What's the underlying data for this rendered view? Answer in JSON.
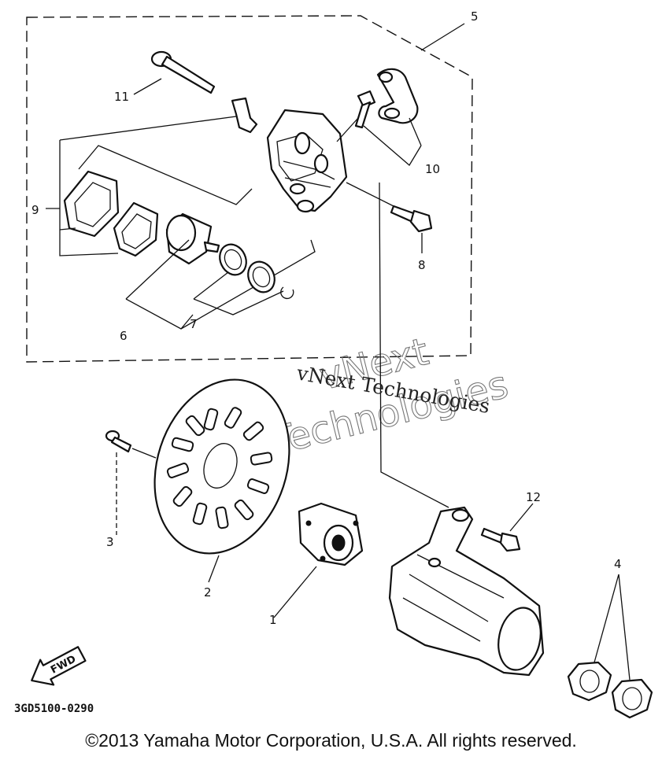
{
  "diagram": {
    "callouts": {
      "c1": "1",
      "c2": "2",
      "c3": "3",
      "c4": "4",
      "c5": "5",
      "c6": "6",
      "c7": "7",
      "c8": "8",
      "c9": "9",
      "c10": "10",
      "c11": "11",
      "c12": "12"
    },
    "part_code": "3GD5100-0290",
    "fwd_label": "FWD"
  },
  "watermark": {
    "line1": "vNext Technologies",
    "outline1": "vNext",
    "outline2": "Technologies"
  },
  "footer": {
    "copyright": "©2013 Yamaha Motor Corporation, U.S.A. All rights reserved."
  }
}
